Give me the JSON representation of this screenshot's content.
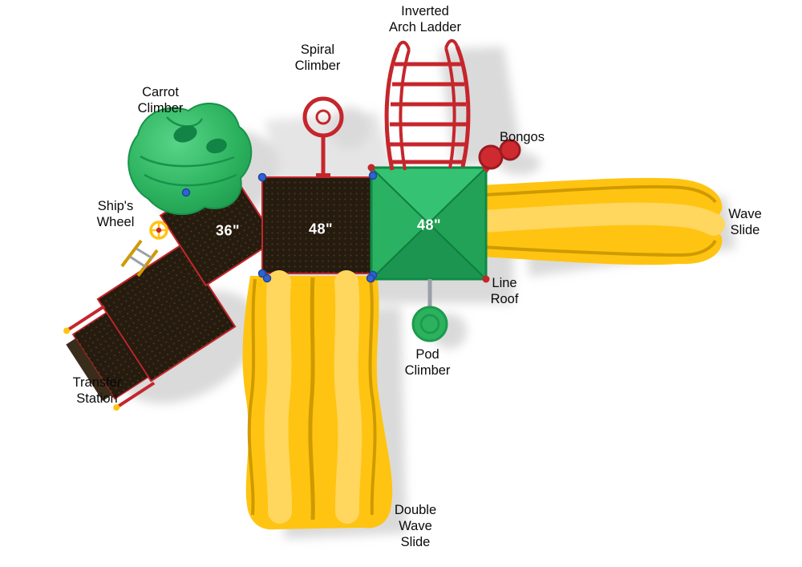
{
  "title": "Playground structure top view diagram",
  "colors": {
    "bg": "#ffffff",
    "text": "#0a0a0a",
    "yellow": "#ffc411",
    "yellow_dark": "#cf9a00",
    "yellow_light": "#ffd65e",
    "green": "#2cb25e",
    "green_dark": "#17934a",
    "red": "#c5262c",
    "deck": "#261b0f",
    "deck_dot": "#4d3b20",
    "blue": "#2f63cf",
    "gray": "#9aa0a6",
    "shadow": "#b5b5b5"
  },
  "labels": {
    "inverted_arch_ladder": {
      "text": "Inverted\nArch Ladder"
    },
    "spiral_climber": {
      "text": "Spiral\nClimber"
    },
    "carrot_climber": {
      "text": "Carrot\nClimber"
    },
    "ships_wheel": {
      "text": "Ship's\nWheel"
    },
    "bongos": {
      "text": "Bongos"
    },
    "wave_slide": {
      "text": "Wave\nSlide"
    },
    "line_roof": {
      "text": "Line\nRoof"
    },
    "pod_climber": {
      "text": "Pod\nClimber"
    },
    "transfer_station": {
      "text": "Transfer\nStation"
    },
    "double_wave_slide": {
      "text": "Double\nWave\nSlide"
    }
  },
  "sizes": {
    "deck36": "36\"",
    "deck48": "48\"",
    "roof48": "48\""
  }
}
